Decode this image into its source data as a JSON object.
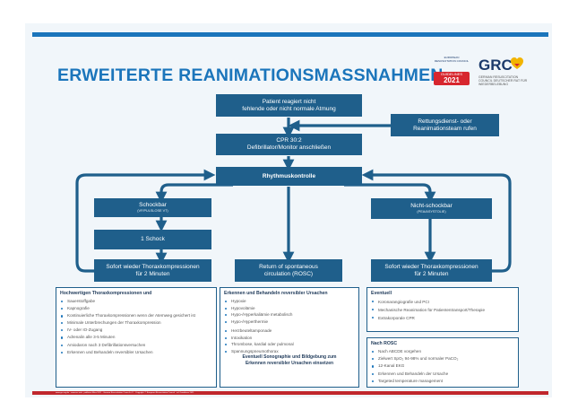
{
  "title": "ERWEITERTE REANIMATIONSMASSNAHMEN",
  "logos": {
    "erc_text": "EUROPEAN RESUSCITATION COUNCIL",
    "erc_badge_line1": "GUIDELINES",
    "erc_badge_year": "2021",
    "grc_name": "GRC",
    "grc_sub": "GERMAN RESUSCITATION COUNCIL DEUTSCHER RAT FÜR WIEDERBELEBUNG"
  },
  "boxes": {
    "patient": "Patient reagiert nicht\nfehlende oder nicht normale Atmung",
    "rescue": "Rettungsdienst- oder\nReanimationsteam rufen",
    "cpr_line1": "CPR 30:2",
    "cpr_line2": "Defibrillator/Monitor anschließen",
    "rhythm": "Rhythmuskontrolle",
    "shockable": "Schockbar",
    "shockable_sub": "(VF/PULSLOSE VT)",
    "one_shock": "1 Schock",
    "resume_left": "Sofort wieder Thoraxkompressionen\nfür 2 Minuten",
    "rosc": "Return of spontaneous\ncirculation (ROSC)",
    "non_shockable": "Nicht-schockbar",
    "non_shockable_sub": "(PEA/ASYSTOLIE)",
    "resume_right": "Sofort wieder Thoraxkompressionen\nfür 2 Minuten"
  },
  "panel_left": {
    "heading": "Hochwertigen Thoraxkompressionen und",
    "items": [
      "Sauerstoffgabe",
      "Kapnografie",
      "Kontinuierliche Thoraxkompressionen wenn der Atemweg gesichert ist",
      "Minimale Unterbrechungen der Thoraxkompression",
      "IV- oder IO-Zugang",
      "Adrenalin alle 3-5 Minuten",
      "Amiodaron nach 3 Defibrillationsversuchen",
      "Erkennen und Behandeln reversibler Ursachen"
    ]
  },
  "panel_mid": {
    "heading": "Erkennen und Behandeln reversibler Ursachen",
    "items_a": [
      "Hypoxie",
      "Hypovolämie",
      "Hypo-/Hyperkaliämie metabolisch",
      "Hypo-/Hyperthermie"
    ],
    "items_b": [
      "Herzbeuteltamponade",
      "Intoxikation",
      "Thrombose, kardial oder pulmonal",
      "Spannungspneumothorax"
    ],
    "footer": "Eventuell Sonographie und Bildgebung zum\nErkennen reversibler Ursachen einsetzen"
  },
  "panel_right_top": {
    "heading": "Eventuell",
    "items": [
      "Koronarangiografie und PCI",
      "Mechanische Reanimation für Patiententransport/Therapie",
      "Extrakorporale CPR"
    ]
  },
  "panel_right_bottom": {
    "heading": "Nach ROSC",
    "items": [
      "Nach ABCDE vorgehen",
      "Zielwert SpO₂ 94-98% und normaler PaCO₂",
      "12-Kanal EKG",
      "Erkennen und Behandeln der Ursache",
      "Targeted temperature management"
    ]
  },
  "footer": "www.grc-org.de · www.erc.edu · publiziert März 2021 · German Resuscitation Council e.V. · Copyright: © European Resuscitation Council · ref. Guidelines 2021"
}
